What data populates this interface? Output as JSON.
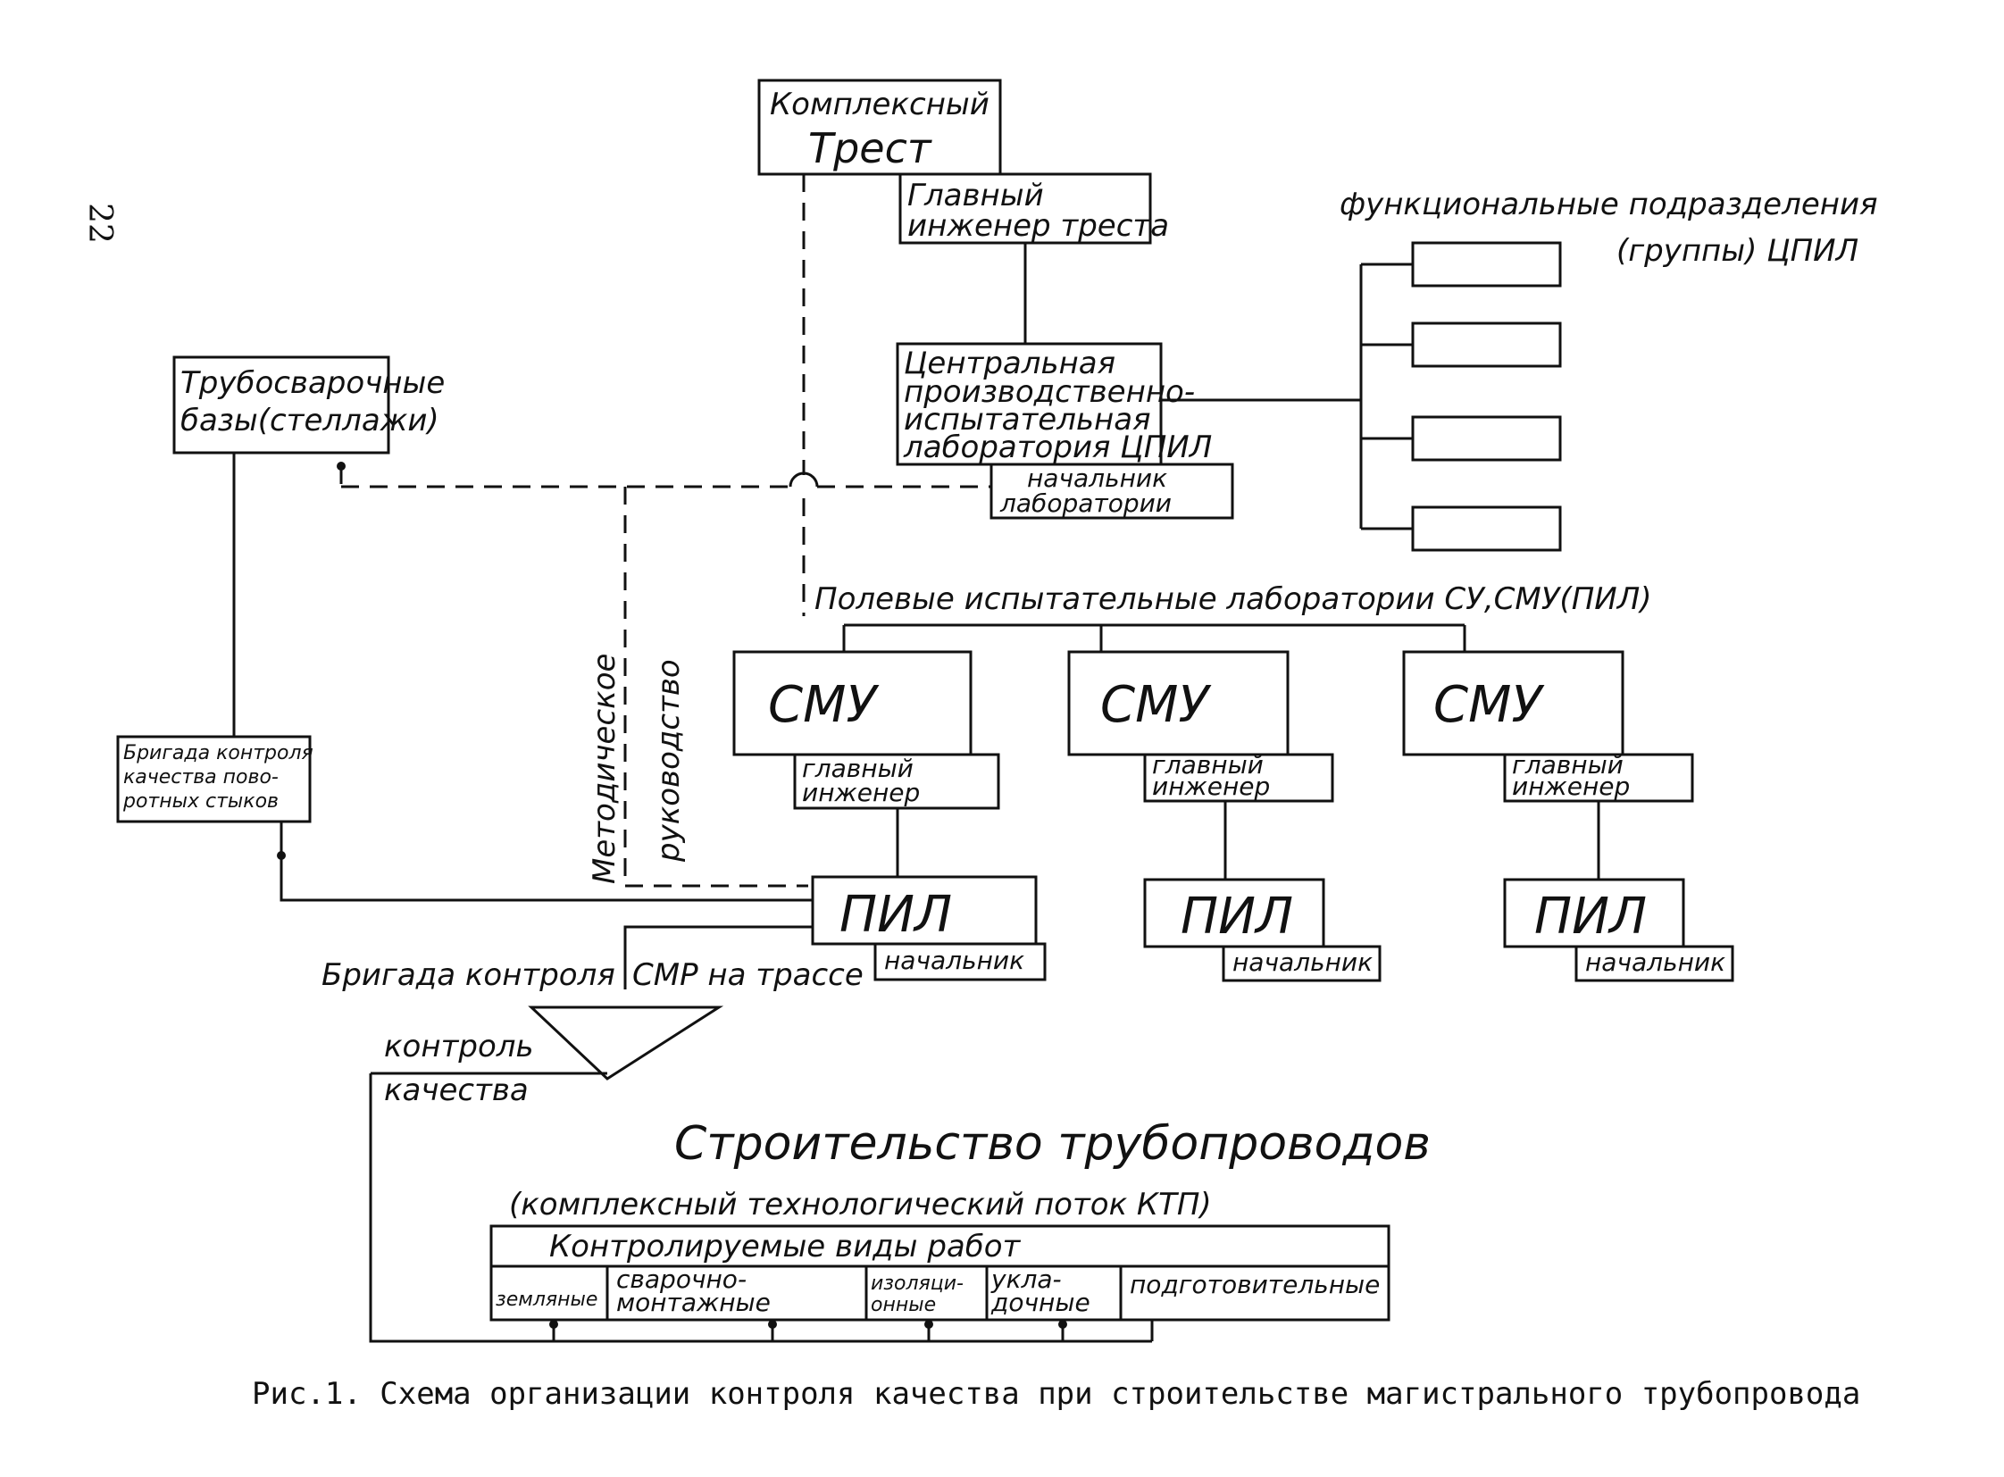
{
  "page_number": "22",
  "trust": {
    "line1": "Комплексный",
    "line2": "Трест"
  },
  "chief_engineer_trust": {
    "line1": "Главный",
    "line2": "инженер треста"
  },
  "functional_units": {
    "line1": "функциональные подразделения",
    "line2": "(группы) ЦПИЛ"
  },
  "central_lab": {
    "line1": "Центральная",
    "line2": "производственно-",
    "line3": "испытательная",
    "line4": "лаборатория ЦПИЛ"
  },
  "lab_head": {
    "line1": "начальник",
    "line2": "лаборатории"
  },
  "pipe_welding_bases": {
    "line1": "Трубосварочные",
    "line2": "базы(стеллажи)"
  },
  "rotary_joint_brigade": {
    "line1": "Бригада контроля",
    "line2": "качества пово-",
    "line3": "ротных стыков"
  },
  "methodical_guidance": {
    "line1": "Методическое",
    "line2": "руководство"
  },
  "field_labs": "Полевые испытательные лаборатории СУ,СМУ(ПИЛ)",
  "smu_units": [
    {
      "title": "СМУ",
      "engineer_line1": "главный",
      "engineer_line2": "инженер",
      "pil": "ПИЛ",
      "head": "начальник"
    },
    {
      "title": "СМУ",
      "engineer_line1": "главный",
      "engineer_line2": "инженер",
      "pil": "ПИЛ",
      "head": "начальник"
    },
    {
      "title": "СМУ",
      "engineer_line1": "главный",
      "engineer_line2": "инженер",
      "pil": "ПИЛ",
      "head": "начальник"
    }
  ],
  "control_brigade": "Бригада контроля",
  "smr_route": "СМР на трассе",
  "quality_control": {
    "line1": "контроль",
    "line2": "качества"
  },
  "construction": {
    "line1": "Строительство трубопроводов",
    "line2": "(комплексный технологический поток КТП)"
  },
  "work_types": {
    "header": "Контролируемые виды работ",
    "items": [
      {
        "line1": "земляные",
        "line2": ""
      },
      {
        "line1": "сварочно-",
        "line2": "монтажные"
      },
      {
        "line1": "изоляци-",
        "line2": "онные"
      },
      {
        "line1": "укла-",
        "line2": "дочные"
      },
      {
        "line1": "подготовительные",
        "line2": ""
      }
    ]
  },
  "caption": "Рис.1. Схема организации контроля качества при строительстве магистрального трубопровода"
}
